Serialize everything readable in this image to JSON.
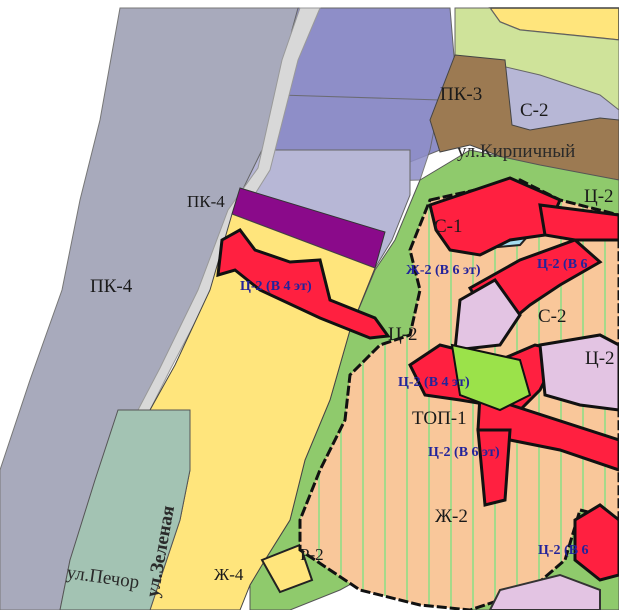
{
  "map": {
    "colors": {
      "water_gray": "#a8aabc",
      "industrial_violet": "#8e8ec8",
      "industrial_brown": "#9c7a52",
      "industrial_purple": "#8a0a8a",
      "residential_yellow": "#ffe57c",
      "residential_peach": "#f9c79a",
      "green_zone": "#8fca6c",
      "center_red": "#ff2040",
      "light_green": "#9be24a",
      "pink_zone": "#e3c4e3",
      "teal_zone": "#a3c3b3",
      "road_gray": "#d8d8d8",
      "lake_blue": "#a6ddf0"
    },
    "zone_labels": [
      {
        "id": "pk4-large",
        "text": "ПК-4"
      },
      {
        "id": "pk4-small",
        "text": "ПК-4"
      },
      {
        "id": "pk3",
        "text": "ПК-3"
      },
      {
        "id": "c2-top",
        "text": "С-2"
      },
      {
        "id": "c1",
        "text": "С-1"
      },
      {
        "id": "c2-middle",
        "text": "С-2"
      },
      {
        "id": "c2-right",
        "text": "Ц-2"
      },
      {
        "id": "ts2-center",
        "text": "Ц-2"
      },
      {
        "id": "top1",
        "text": "ТОП-1"
      },
      {
        "id": "zh2",
        "text": "Ж-2"
      },
      {
        "id": "zh4",
        "text": "Ж-4"
      },
      {
        "id": "r2",
        "text": "Р-2"
      },
      {
        "id": "ts2-right-partial",
        "text": "Ц-2"
      }
    ],
    "height_labels": [
      {
        "id": "zh2-6",
        "text": "Ж-2 (В 6 эт)"
      },
      {
        "id": "ts2-b6-top",
        "text": "Ц-2 (В 6"
      },
      {
        "id": "ts2-b4-left",
        "text": "Ц-2 (В 4 эт)"
      },
      {
        "id": "ts2-b4-mid",
        "text": "Ц-2 (В 4 эт)"
      },
      {
        "id": "ts2-b6-mid",
        "text": "Ц-2 (В 6 эт)"
      },
      {
        "id": "ts2-b6-bottom",
        "text": "Ц-2 (В 6"
      }
    ],
    "streets": [
      {
        "id": "kirpichny",
        "text": "ул.Кирпичный"
      },
      {
        "id": "zelenaya",
        "text": "ул.Зеленая"
      },
      {
        "id": "pechor",
        "text": "ул.Печор"
      }
    ]
  }
}
